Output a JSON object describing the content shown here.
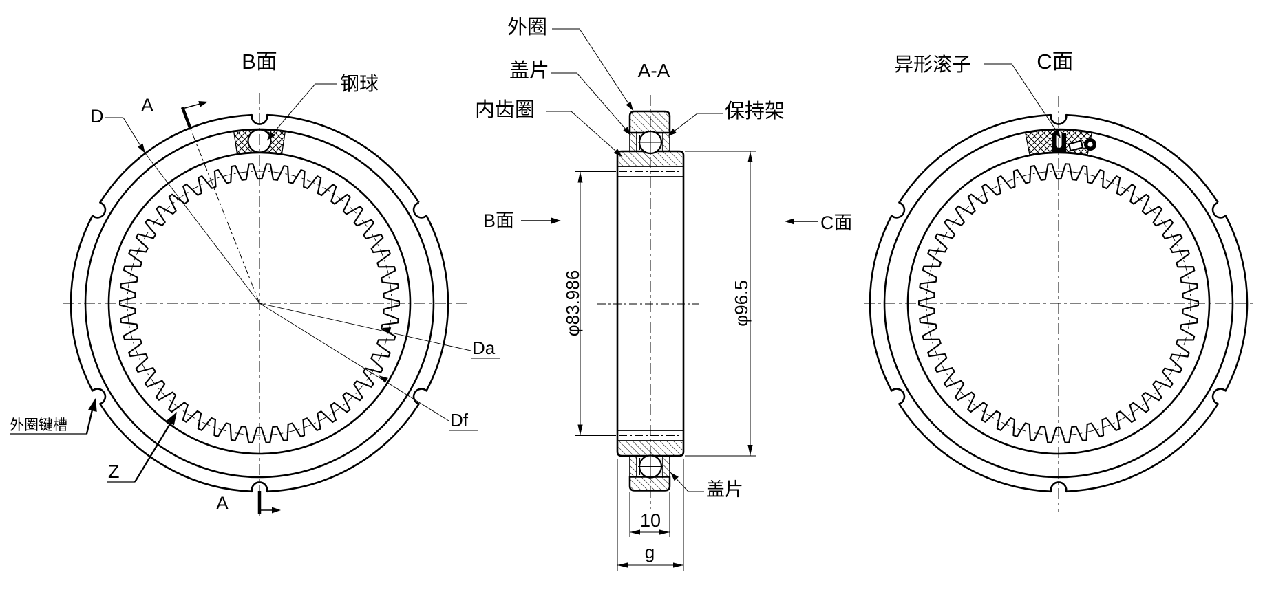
{
  "views": {
    "left": {
      "title": "B面",
      "labels": {
        "steel_ball": "钢球",
        "outer_diameter": "D",
        "section_mark_top": "A",
        "section_mark_bottom": "A",
        "outer_ring_keyway": "外圈键槽",
        "tooth_count": "Z",
        "tip_diameter": "Da",
        "root_diameter": "Df"
      }
    },
    "middle": {
      "title": "A-A",
      "labels": {
        "outer_ring": "外圈",
        "cover_plate_top": "盖片",
        "internal_gear_ring": "内齿圈",
        "cage": "保持架",
        "b_face": "B面",
        "c_face": "C面",
        "cover_plate_bottom": "盖片"
      },
      "dimensions": {
        "bore_diameter": "φ83.986",
        "outer_diameter": "φ96.5",
        "cover_width": "10",
        "overall_width": "g"
      }
    },
    "right": {
      "title": "C面",
      "labels": {
        "profiled_roller": "异形滚子"
      }
    }
  },
  "colors": {
    "line": "#000000",
    "background": "#ffffff"
  }
}
